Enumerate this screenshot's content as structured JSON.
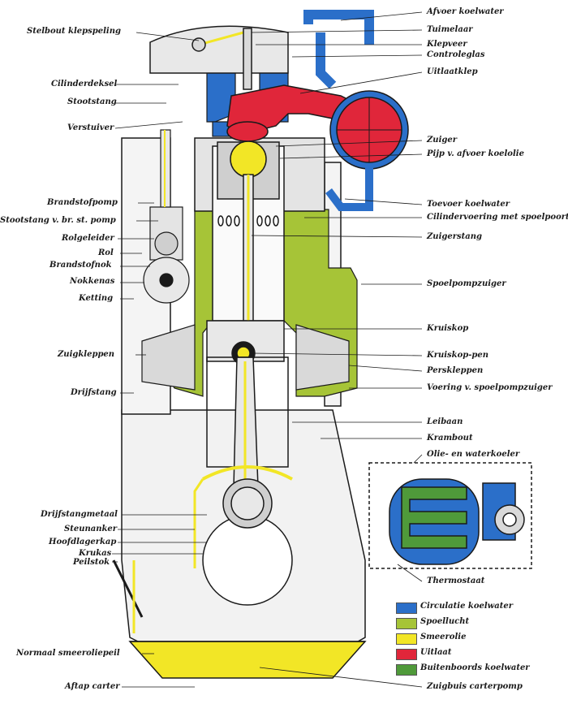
{
  "colors": {
    "circulatie": "#2b6fc9",
    "spoellucht": "#a6c437",
    "smeerolie": "#f2e626",
    "uitlaat": "#e0263a",
    "buitenboords": "#4f9a3a",
    "metal": "#d9d9d9",
    "outline": "#1a1a1a"
  },
  "labels_left": [
    "Stelbout klepspeling",
    "Cilinderdeksel",
    "Stootstang",
    "Verstuiver",
    "Brandstofpomp",
    "Stootstang v. br. st. pomp",
    "Rolgeleider",
    "Rol",
    "Brandstofnok",
    "Nokkenas",
    "Ketting",
    "Zuigkleppen",
    "Drijfstang",
    "Drijfstangmetaal",
    "Steunanker",
    "Hoofdlagerkap",
    "Krukas",
    "Peilstok",
    "Normaal smeeroliepeil",
    "Aftap carter"
  ],
  "labels_right": [
    "Afvoer koelwater",
    "Tuimelaar",
    "Klepveer",
    "Controleglas",
    "Uitlaatklep",
    "Zuiger",
    "Pijp v. afvoer koelolie",
    "Toevoer koelwater",
    "Cilindervoering met spoelpoorten",
    "Zuigerstang",
    "Spoelpompzuiger",
    "Kruiskop",
    "Kruiskop-pen",
    "Perskleppen",
    "Voering v. spoelpompzuiger",
    "Leibaan",
    "Krambout",
    "Olie- en waterkoeler",
    "Thermostaat",
    "Zuigbuis carterpomp"
  ],
  "legend": [
    {
      "label": "Circulatie koelwater",
      "color": "#2b6fc9"
    },
    {
      "label": "Spoellucht",
      "color": "#a6c437"
    },
    {
      "label": "Smeerolie",
      "color": "#f2e626"
    },
    {
      "label": "Uitlaat",
      "color": "#e0263a"
    },
    {
      "label": "Buitenboords koelwater",
      "color": "#4f9a3a"
    }
  ]
}
